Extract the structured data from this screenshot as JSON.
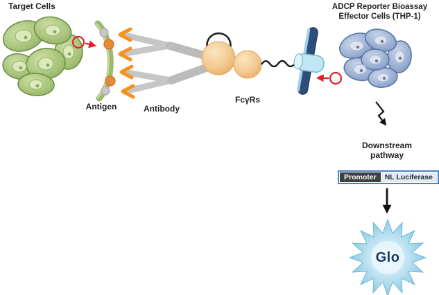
{
  "diagram": {
    "title_left": "Target Cells",
    "header_right": {
      "line1": "ADCP Reporter Bioassay",
      "line2": "Effector Cells (THP-1)"
    },
    "labels": {
      "antigen": "Antigen",
      "antibody": "Antibody",
      "fcgrs": "FcγRs",
      "downstream_line1": "Downstream",
      "downstream_line2": "pathway",
      "glo": "Glo"
    },
    "reporter_construct": {
      "promoter": "Promoter",
      "gene": "NL Luciferase"
    },
    "icons": {
      "lightning-bolt-icon": "zigzag signal arrow",
      "binding-arrow-icon": "red circle with arrow",
      "starburst-icon": "16-point luminescence burst",
      "down-arrow-icon": "straight black arrow"
    },
    "colors": {
      "target_cell_green": "#a9c87e",
      "target_cell_outline": "#6f9147",
      "antigen_orange": "#e8893a",
      "antibody_gray": "#c6c6c6",
      "antibody_tip_orange": "#f6921e",
      "fcgr_tan": "#f0bd7a",
      "membrane_navy": "#2e4d7b",
      "receptor_cylinder_blue": "#bfe6f2",
      "effector_cell_blue": "#9db4d6",
      "signal_red": "#e11f26",
      "glo_burst_blue": "#9fd4ea",
      "glo_text_navy": "#14395f",
      "promoter_bg": "#3c4242",
      "construct_border_blue": "#4a84c0"
    }
  }
}
